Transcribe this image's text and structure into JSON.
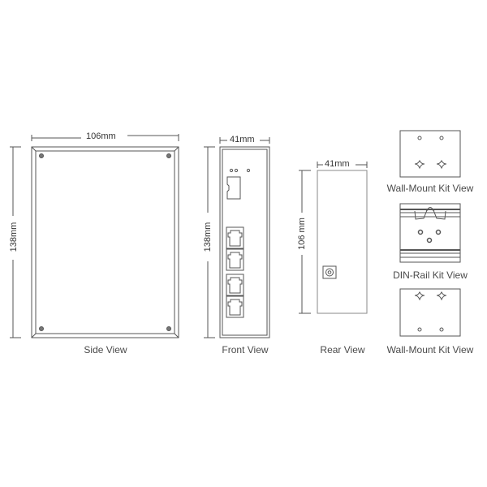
{
  "views": {
    "side": {
      "label": "Side View",
      "width_dim": "106mm",
      "height_dim": "138mm"
    },
    "front": {
      "label": "Front View",
      "width_dim": "41mm",
      "height_dim": "138mm",
      "led_count": 3,
      "sfp_slots": 1,
      "rj45_ports": 4
    },
    "rear": {
      "label": "Rear View",
      "width_dim": "41mm",
      "height_dim": "106 mm"
    },
    "kits": [
      {
        "label": "Wall-Mount Kit View"
      },
      {
        "label": "DIN-Rail Kit View"
      },
      {
        "label": "Wall-Mount Kit View"
      }
    ]
  },
  "colors": {
    "line": "#555555",
    "text": "#4a4a4a",
    "background": "#ffffff"
  }
}
